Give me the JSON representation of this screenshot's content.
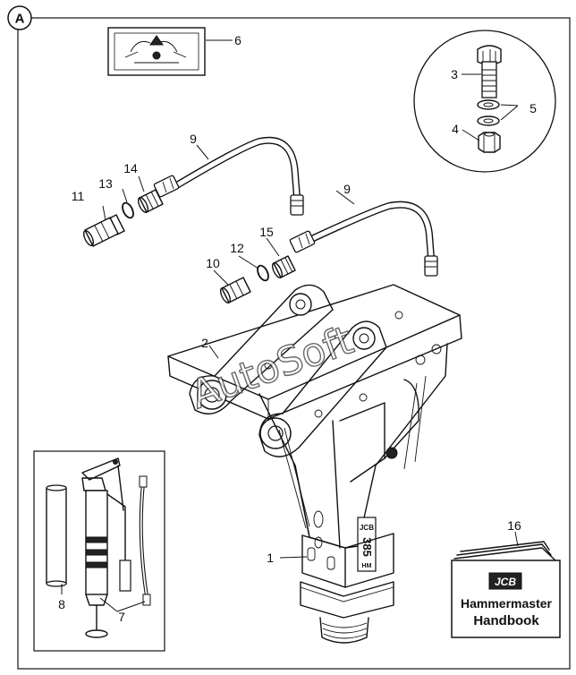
{
  "figure_id": "A",
  "callouts": [
    "1",
    "2",
    "3",
    "4",
    "5",
    "6",
    "7",
    "8",
    "9",
    "9",
    "10",
    "11",
    "12",
    "13",
    "14",
    "15",
    "16"
  ],
  "handbook": {
    "brand": "JCB",
    "title_line1": "Hammermaster",
    "title_line2": "Handbook"
  },
  "hammer_plate": {
    "brand": "JCB",
    "model": "385",
    "suffix": "HM"
  },
  "watermark": "AutoSoft",
  "icons": [
    "warning-decal-icon",
    "grease-gun-icon",
    "grease-cartridge-icon",
    "bolt-icon",
    "nut-icon",
    "washer-icon",
    "hose-icon",
    "adapter-icon",
    "seal-ring-icon",
    "breaker-hammer-icon",
    "handbook-icon"
  ]
}
